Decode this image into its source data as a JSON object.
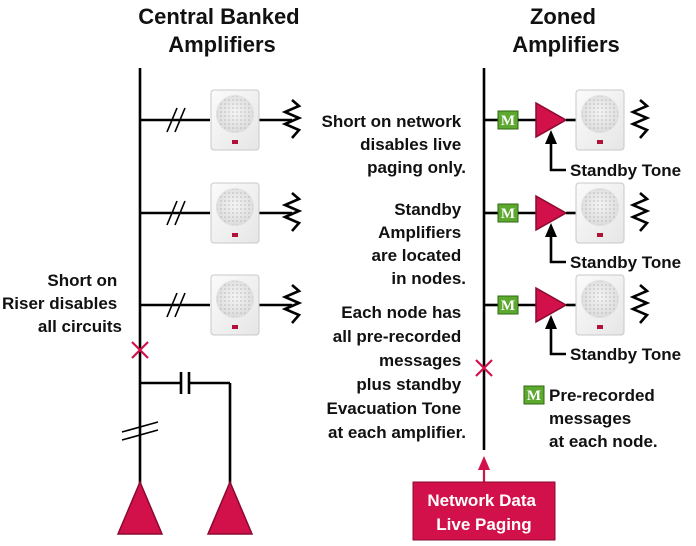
{
  "left": {
    "title": [
      "Central Banked",
      "Amplifiers"
    ],
    "fault_note": [
      "Short on",
      "Riser disables",
      "all circuits"
    ]
  },
  "right": {
    "title": [
      "Zoned",
      "Amplifiers"
    ],
    "notes": [
      [
        "Short on network",
        "disables live",
        "paging only."
      ],
      [
        "Standby",
        "Amplifiers",
        "are located",
        "in nodes."
      ],
      [
        "Each node has",
        "all pre-recorded",
        "messages",
        "plus standby",
        "Evacuation Tone",
        "at each amplifier."
      ]
    ],
    "standby_tone_label": "Standby Tone",
    "module_letter": "M",
    "legend_text": [
      "Pre-recorded",
      "messages",
      "at each node."
    ],
    "network_box": [
      "Network Data",
      "Live Paging"
    ]
  },
  "colors": {
    "amplifier": "#d2104a",
    "module": "#5da82e",
    "network_box": "#d2104a",
    "fault_mark": "#d2104a"
  }
}
